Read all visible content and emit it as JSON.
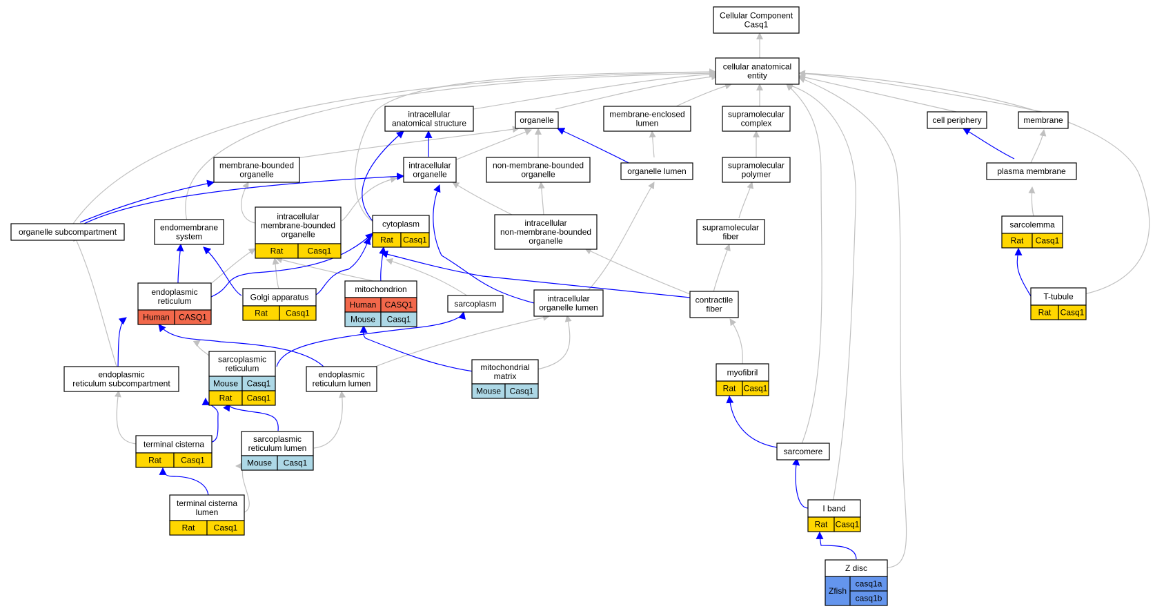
{
  "colors": {
    "is_a_edge": "#c0c0c0",
    "part_of_edge": "#0000ff",
    "node_border": "#000000",
    "node_fill": "#ffffff",
    "rat": "#ffd700",
    "human": "#f2684b",
    "mouse": "#add8e6",
    "zfish": "#6495ed"
  },
  "nodes": [
    {
      "id": "root",
      "label": [
        "Cellular Component",
        "Casq1"
      ]
    },
    {
      "id": "cae",
      "label": [
        "cellular anatomical",
        "entity"
      ]
    },
    {
      "id": "ias",
      "label": [
        "intracellular",
        "anatomical structure"
      ]
    },
    {
      "id": "org",
      "label": [
        "organelle"
      ]
    },
    {
      "id": "mel",
      "label": [
        "membrane-enclosed",
        "lumen"
      ]
    },
    {
      "id": "smc",
      "label": [
        "supramolecular",
        "complex"
      ]
    },
    {
      "id": "cper",
      "label": [
        "cell periphery"
      ]
    },
    {
      "id": "mem",
      "label": [
        "membrane"
      ]
    },
    {
      "id": "mbo",
      "label": [
        "membrane-bounded",
        "organelle"
      ]
    },
    {
      "id": "io",
      "label": [
        "intracellular",
        "organelle"
      ]
    },
    {
      "id": "nmbo",
      "label": [
        "non-membrane-bounded",
        "organelle"
      ]
    },
    {
      "id": "orgl",
      "label": [
        "organelle lumen"
      ]
    },
    {
      "id": "smp",
      "label": [
        "supramolecular",
        "polymer"
      ]
    },
    {
      "id": "pm",
      "label": [
        "plasma membrane"
      ]
    },
    {
      "id": "osub",
      "label": [
        "organelle subcompartment"
      ]
    },
    {
      "id": "ems",
      "label": [
        "endomembrane",
        "system"
      ]
    },
    {
      "id": "imbo",
      "label": [
        "intracellular",
        "membrane-bounded",
        "organelle"
      ],
      "annotations": [
        [
          "Rat",
          "Casq1"
        ]
      ]
    },
    {
      "id": "cyto",
      "label": [
        "cytoplasm"
      ],
      "annotations": [
        [
          "Rat",
          "Casq1"
        ]
      ]
    },
    {
      "id": "inmbo",
      "label": [
        "intracellular",
        "non-membrane-bounded",
        "organelle"
      ]
    },
    {
      "id": "smf",
      "label": [
        "supramolecular",
        "fiber"
      ]
    },
    {
      "id": "sarcl",
      "label": [
        "sarcolemma"
      ],
      "annotations": [
        [
          "Rat",
          "Casq1"
        ]
      ]
    },
    {
      "id": "er",
      "label": [
        "endoplasmic",
        "reticulum"
      ],
      "annotations": [
        [
          "Human",
          "CASQ1"
        ]
      ]
    },
    {
      "id": "golgi",
      "label": [
        "Golgi apparatus"
      ],
      "annotations": [
        [
          "Rat",
          "Casq1"
        ]
      ]
    },
    {
      "id": "mito",
      "label": [
        "mitochondrion"
      ],
      "annotations": [
        [
          "Human",
          "CASQ1"
        ],
        [
          "Mouse",
          "Casq1"
        ]
      ]
    },
    {
      "id": "sarcp",
      "label": [
        "sarcoplasm"
      ]
    },
    {
      "id": "iol",
      "label": [
        "intracellular",
        "organelle lumen"
      ]
    },
    {
      "id": "cfib",
      "label": [
        "contractile",
        "fiber"
      ]
    },
    {
      "id": "ttub",
      "label": [
        "T-tubule"
      ],
      "annotations": [
        [
          "Rat",
          "Casq1"
        ]
      ]
    },
    {
      "id": "ersub",
      "label": [
        "endoplasmic",
        "reticulum subcompartment"
      ]
    },
    {
      "id": "sr",
      "label": [
        "sarcoplasmic",
        "reticulum"
      ],
      "annotations": [
        [
          "Mouse",
          "Casq1"
        ],
        [
          "Rat",
          "Casq1"
        ]
      ]
    },
    {
      "id": "erl",
      "label": [
        "endoplasmic",
        "reticulum lumen"
      ]
    },
    {
      "id": "mmat",
      "label": [
        "mitochondrial",
        "matrix"
      ],
      "annotations": [
        [
          "Mouse",
          "Casq1"
        ]
      ]
    },
    {
      "id": "myof",
      "label": [
        "myofibril"
      ],
      "annotations": [
        [
          "Rat",
          "Casq1"
        ]
      ]
    },
    {
      "id": "tcist",
      "label": [
        "terminal cisterna"
      ],
      "annotations": [
        [
          "Rat",
          "Casq1"
        ]
      ]
    },
    {
      "id": "srl",
      "label": [
        "sarcoplasmic",
        "reticulum lumen"
      ],
      "annotations": [
        [
          "Mouse",
          "Casq1"
        ]
      ]
    },
    {
      "id": "sarcm",
      "label": [
        "sarcomere"
      ]
    },
    {
      "id": "tcl",
      "label": [
        "terminal cisterna",
        "lumen"
      ],
      "annotations": [
        [
          "Rat",
          "Casq1"
        ]
      ]
    },
    {
      "id": "iband",
      "label": [
        "I band"
      ],
      "annotations": [
        [
          "Rat",
          "Casq1"
        ]
      ]
    },
    {
      "id": "zdisc",
      "label": [
        "Z disc"
      ],
      "annotations": [
        [
          "Zfish",
          "casq1a",
          "casq1b"
        ]
      ]
    }
  ]
}
